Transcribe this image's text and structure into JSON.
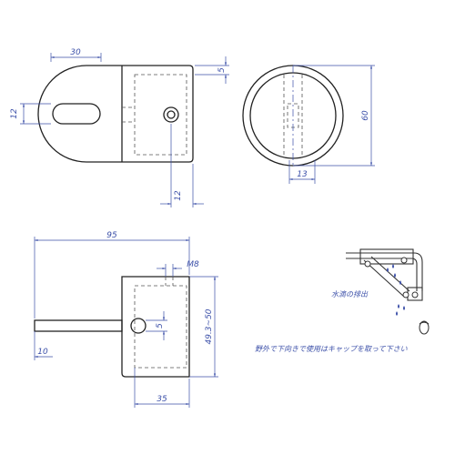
{
  "dimensions": {
    "top_width": "30",
    "top_right_offset": "5",
    "slot_height": "12",
    "hole_offset": "12",
    "circle_diameter": "60",
    "circle_gap": "13",
    "overall_length": "95",
    "thread": "M8",
    "pipe_range": "49.3~50",
    "hole_center": "5",
    "rod_thickness": "10",
    "body_length": "35"
  },
  "notes": {
    "drainage": "水滴の排出",
    "instruction": "野外で下向きで使用はキャップを取って下さい"
  }
}
